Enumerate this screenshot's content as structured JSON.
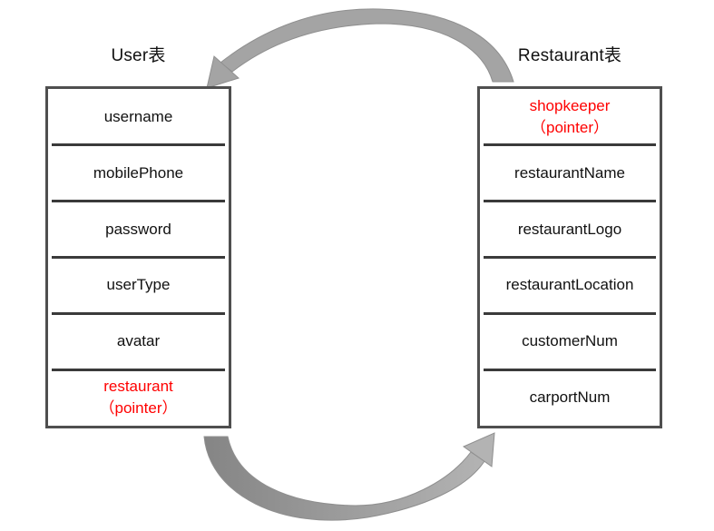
{
  "colors": {
    "table_border": "#4f4f4f",
    "row_separator": "#3a3a3a",
    "field_text": "#111111",
    "pointer_text": "#ff0000",
    "arrow_top": "#a4a4a4",
    "arrow_outline": "#8f8f8f",
    "arrow_bottom_dark": "#858585",
    "arrow_bottom_light": "#b3b3b3"
  },
  "user_table": {
    "title": "User表",
    "fields": [
      {
        "label": "username"
      },
      {
        "label": "mobilePhone"
      },
      {
        "label": "password"
      },
      {
        "label": "userType"
      },
      {
        "label": "avatar"
      },
      {
        "label": "restaurant",
        "sublabel": "（pointer）",
        "is_pointer": true
      }
    ]
  },
  "restaurant_table": {
    "title": "Restaurant表",
    "fields": [
      {
        "label": "shopkeeper",
        "sublabel": "（pointer）",
        "is_pointer": true
      },
      {
        "label": "restaurantName"
      },
      {
        "label": "restaurantLogo"
      },
      {
        "label": "restaurantLocation"
      },
      {
        "label": "customerNum"
      },
      {
        "label": "carportNum"
      }
    ]
  },
  "relations": {
    "top_arrow": "Restaurant表 → User表 (shopkeeper pointer)",
    "bottom_arrow": "User表 → Restaurant表 (restaurant pointer)"
  }
}
